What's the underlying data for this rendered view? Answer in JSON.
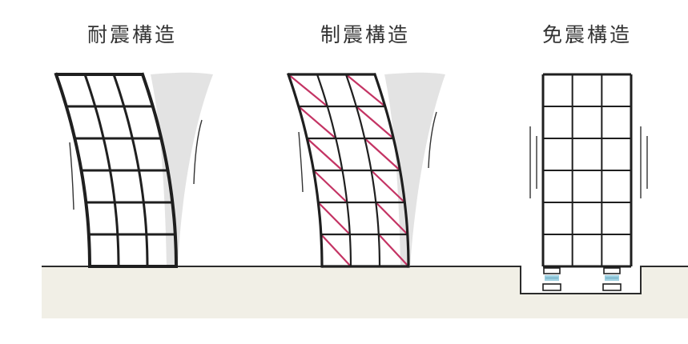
{
  "structures": [
    {
      "key": "taishin",
      "label": "耐震構造"
    },
    {
      "key": "seishin",
      "label": "制震構造"
    },
    {
      "key": "menshin",
      "label": "免震構造"
    }
  ],
  "colors": {
    "frame": "#1f1f1f",
    "brace": "#c43464",
    "ground": "#f1efe6",
    "ground_line": "#2b2b2b",
    "shade": "#e3e3e3",
    "isolator": "#9ccfe0"
  }
}
